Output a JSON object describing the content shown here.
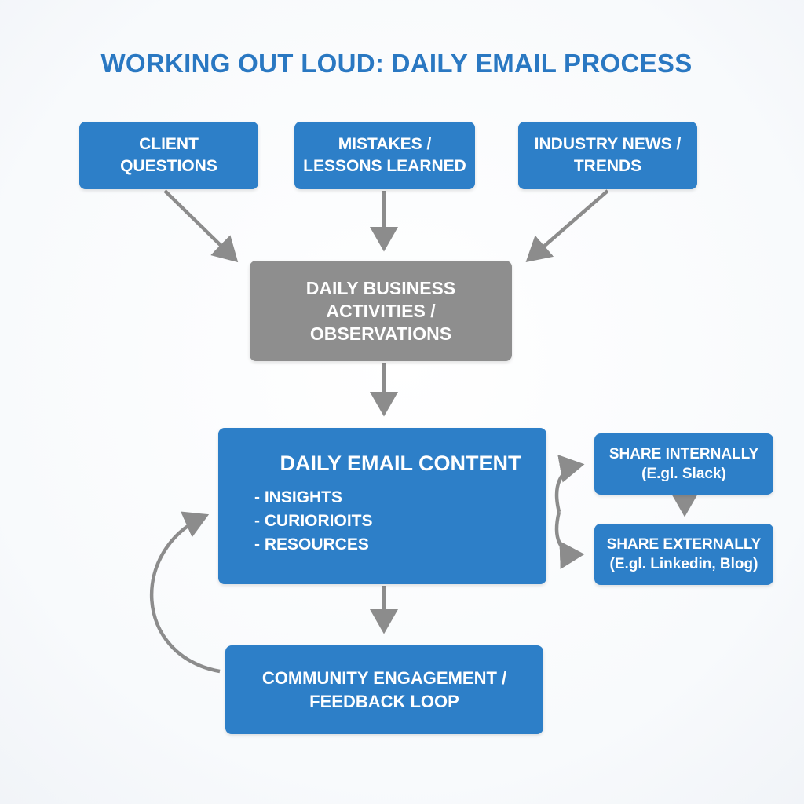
{
  "title": "WORKING OUT LOUD: DAILY EMAIL PROCESS",
  "nodes": {
    "client": [
      "CLIENT",
      "QUESTIONS"
    ],
    "mistakes": [
      "MISTAKES /",
      "LESSONS LEARNED"
    ],
    "industry": [
      "INDUSTRY NEWS /",
      "TRENDS"
    ],
    "daily": [
      "DAILY BUSINESS",
      "ACTIVITIES /",
      "OBSERVATIONS"
    ],
    "email": {
      "title": "DAILY EMAIL CONTENT",
      "items": [
        "- INSIGHTS",
        "- CURIORIOITS",
        "- RESOURCES"
      ]
    },
    "internal": [
      "SHARE INTERNALLY",
      "(E.gl. Slack)"
    ],
    "external": [
      "SHARE EXTERNALLY",
      "(E.gl. Linkedin, Blog)"
    ],
    "community": [
      "COMMUNITY ENGAGEMENT /",
      "FEEDBACK LOOP"
    ]
  },
  "colors": {
    "title": "#2a78c2",
    "box_blue": "#2d7fc8",
    "box_gray": "#8e8e8e",
    "arrow": "#8c8c8c"
  }
}
